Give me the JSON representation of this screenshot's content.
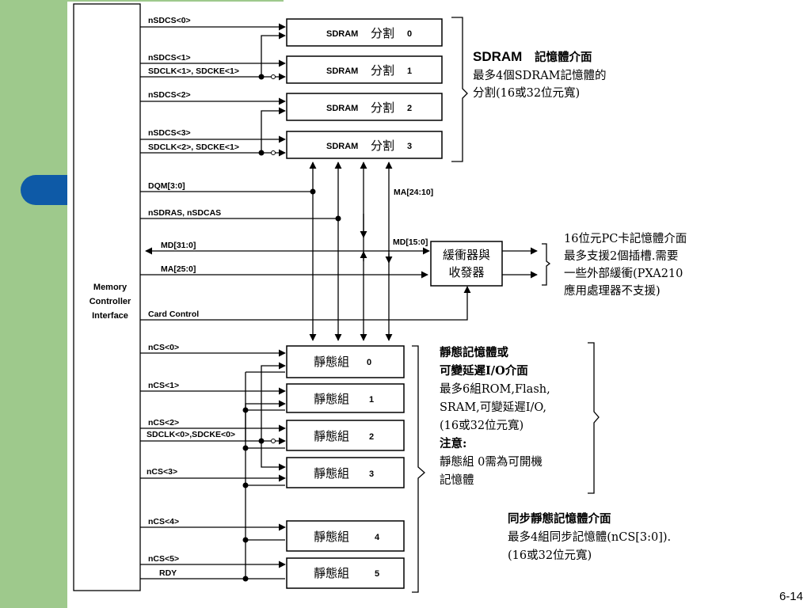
{
  "page_number": "6-14",
  "mci_label": [
    "Memory",
    "Controller",
    "Interface"
  ],
  "signals": {
    "nsdcs0": "nSDCS<0>",
    "nsdcs1": "nSDCS<1>",
    "sdclk1": "SDCLK<1>, SDCKE<1>",
    "nsdcs2": "nSDCS<2>",
    "nsdcs3": "nSDCS<3>",
    "sdclk2": "SDCLK<2>, SDCKE<1>",
    "dqm": "DQM[3:0]",
    "nsdras": "nSDRAS, nSDCAS",
    "md": "MD[31:0]",
    "ma": "MA[25:0]",
    "card": "Card Control",
    "ncs0": "nCS<0>",
    "ncs1": "nCS<1>",
    "ncs2": "nCS<2>",
    "sdclk0": "SDCLK<0>,SDCKE<0>",
    "ncs3": "nCS<3>",
    "ncs4": "nCS<4>",
    "ncs5": "nCS<5>",
    "rdy": "RDY",
    "ma_bus": "MA[24:10]",
    "md_bus": "MD[15:0]"
  },
  "sdram_blocks": [
    {
      "en": "SDRAM",
      "zh": "分割",
      "num": "0"
    },
    {
      "en": "SDRAM",
      "zh": "分割",
      "num": "1"
    },
    {
      "en": "SDRAM",
      "zh": "分割",
      "num": "2"
    },
    {
      "en": "SDRAM",
      "zh": "分割",
      "num": "3"
    }
  ],
  "static_blocks": [
    {
      "zh": "靜態組",
      "num": "0"
    },
    {
      "zh": "靜態組",
      "num": "1"
    },
    {
      "zh": "靜態組",
      "num": "2"
    },
    {
      "zh": "靜態組",
      "num": "3"
    },
    {
      "zh": "靜態組",
      "num": "4"
    },
    {
      "zh": "靜態組",
      "num": "5"
    }
  ],
  "buffer_block": [
    "緩衝器與",
    "收發器"
  ],
  "notes": {
    "sdram": {
      "title_en": "SDRAM",
      "title_zh": "記憶體介面",
      "lines": [
        "最多4個SDRAM記憶體的",
        "分割(16或32位元寬)"
      ]
    },
    "pccard": {
      "lines": [
        "16位元PC卡記憶體介面",
        "最多支援2個插槽.需要",
        "一些外部緩衝(PXA210",
        "應用處理器不支援)"
      ]
    },
    "static": {
      "lines": [
        "靜態記憶體或",
        "可變延遲I/O介面",
        "最多6組ROM,Flash,",
        "SRAM,可變延遲I/O,",
        "(16或32位元寬)",
        "注意:",
        "靜態組 0需為可開機",
        "記憶體"
      ]
    },
    "sync": {
      "lines": [
        "同步靜態記憶體介面",
        "最多4組同步記憶體(nCS[3:0]).",
        "(16或32位元寬)"
      ]
    }
  }
}
